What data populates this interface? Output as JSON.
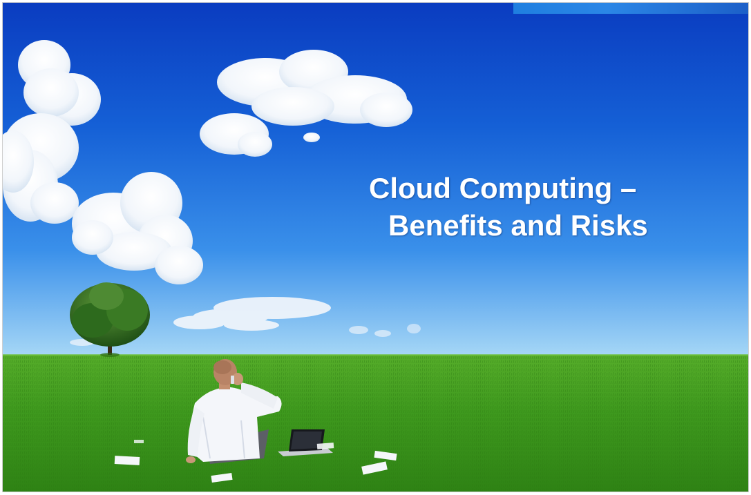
{
  "slide": {
    "title_line1": "Cloud Computing –",
    "title_line2": "Benefits and Risks"
  },
  "colors": {
    "sky_top": "#0a3fc4",
    "sky_mid": "#2d7ee6",
    "sky_horizon": "#9fd3f5",
    "grass": "#3f9a1e",
    "grass_dark": "#2c7c12",
    "accent_bar": "#1f7fe0",
    "title_text": "#ffffff"
  },
  "scene_elements": [
    "clouds",
    "tree",
    "person-on-phone",
    "laptop",
    "papers",
    "grass-field"
  ]
}
